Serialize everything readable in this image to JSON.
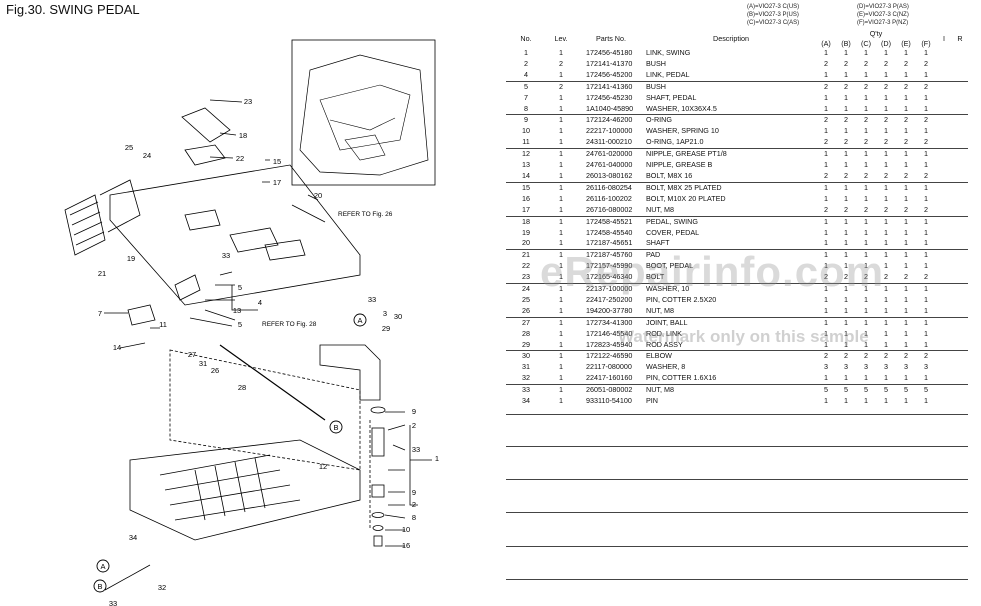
{
  "figure_title": "Fig.30.  SWING PEDAL",
  "models_left": [
    "(A)=VIO27-3 C(US)",
    "(B)=VIO27-3 P(US)",
    "(C)=VIO27-3 C(AS)"
  ],
  "models_right": [
    "(D)=VIO27-3 P(AS)",
    "(E)=VIO27-3 C(NZ)",
    "(F)=VIO27-3 P(NZ)"
  ],
  "headers": {
    "no": "No.",
    "lev": "Lev.",
    "parts_no": "Parts No.",
    "description": "Description",
    "qty": "Q'ty",
    "i": "I",
    "r": "R",
    "cols": [
      "(A)",
      "(B)",
      "(C)",
      "(D)",
      "(E)",
      "(F)"
    ]
  },
  "rows": [
    {
      "no": "1",
      "lev": "1",
      "pn": "172456-45180",
      "desc": "LINK, SWING",
      "q": [
        "1",
        "1",
        "1",
        "1",
        "1",
        "1"
      ],
      "grp": false
    },
    {
      "no": "2",
      "lev": "2",
      "pn": "172141-41370",
      "desc": "BUSH",
      "q": [
        "2",
        "2",
        "2",
        "2",
        "2",
        "2"
      ],
      "grp": false
    },
    {
      "no": "4",
      "lev": "1",
      "pn": "172456-45200",
      "desc": "LINK, PEDAL",
      "q": [
        "1",
        "1",
        "1",
        "1",
        "1",
        "1"
      ],
      "grp": false
    },
    {
      "no": "5",
      "lev": "2",
      "pn": "172141-41360",
      "desc": "BUSH",
      "q": [
        "2",
        "2",
        "2",
        "2",
        "2",
        "2"
      ],
      "grp": true
    },
    {
      "no": "7",
      "lev": "1",
      "pn": "172456-45230",
      "desc": "SHAFT, PEDAL",
      "q": [
        "1",
        "1",
        "1",
        "1",
        "1",
        "1"
      ],
      "grp": false
    },
    {
      "no": "8",
      "lev": "1",
      "pn": "1A1040-45890",
      "desc": "WASHER, 10X36X4.5",
      "q": [
        "1",
        "1",
        "1",
        "1",
        "1",
        "1"
      ],
      "grp": false
    },
    {
      "no": "9",
      "lev": "1",
      "pn": "172124-46200",
      "desc": "O-RING",
      "q": [
        "2",
        "2",
        "2",
        "2",
        "2",
        "2"
      ],
      "grp": true
    },
    {
      "no": "10",
      "lev": "1",
      "pn": "22217-100000",
      "desc": "WASHER, SPRING 10",
      "q": [
        "1",
        "1",
        "1",
        "1",
        "1",
        "1"
      ],
      "grp": false
    },
    {
      "no": "11",
      "lev": "1",
      "pn": "24311-000210",
      "desc": "O-RING, 1AP21.0",
      "q": [
        "2",
        "2",
        "2",
        "2",
        "2",
        "2"
      ],
      "grp": false
    },
    {
      "no": "12",
      "lev": "1",
      "pn": "24761-020000",
      "desc": "NIPPLE, GREASE PT1/8",
      "q": [
        "1",
        "1",
        "1",
        "1",
        "1",
        "1"
      ],
      "grp": true
    },
    {
      "no": "13",
      "lev": "1",
      "pn": "24761-040000",
      "desc": "NIPPLE, GREASE B",
      "q": [
        "1",
        "1",
        "1",
        "1",
        "1",
        "1"
      ],
      "grp": false
    },
    {
      "no": "14",
      "lev": "1",
      "pn": "26013-080162",
      "desc": "BOLT, M8X 16",
      "q": [
        "2",
        "2",
        "2",
        "2",
        "2",
        "2"
      ],
      "grp": false
    },
    {
      "no": "15",
      "lev": "1",
      "pn": "26116-080254",
      "desc": "BOLT, M8X 25 PLATED",
      "q": [
        "1",
        "1",
        "1",
        "1",
        "1",
        "1"
      ],
      "grp": true
    },
    {
      "no": "16",
      "lev": "1",
      "pn": "26116-100202",
      "desc": "BOLT, M10X 20 PLATED",
      "q": [
        "1",
        "1",
        "1",
        "1",
        "1",
        "1"
      ],
      "grp": false
    },
    {
      "no": "17",
      "lev": "1",
      "pn": "26716-080002",
      "desc": "NUT, M8",
      "q": [
        "2",
        "2",
        "2",
        "2",
        "2",
        "2"
      ],
      "grp": false
    },
    {
      "no": "18",
      "lev": "1",
      "pn": "172458-45521",
      "desc": "PEDAL, SWING",
      "q": [
        "1",
        "1",
        "1",
        "1",
        "1",
        "1"
      ],
      "grp": true
    },
    {
      "no": "19",
      "lev": "1",
      "pn": "172458-45540",
      "desc": "COVER, PEDAL",
      "q": [
        "1",
        "1",
        "1",
        "1",
        "1",
        "1"
      ],
      "grp": false
    },
    {
      "no": "20",
      "lev": "1",
      "pn": "172187-45651",
      "desc": "SHAFT",
      "q": [
        "1",
        "1",
        "1",
        "1",
        "1",
        "1"
      ],
      "grp": false
    },
    {
      "no": "21",
      "lev": "1",
      "pn": "172187-45760",
      "desc": "PAD",
      "q": [
        "1",
        "1",
        "1",
        "1",
        "1",
        "1"
      ],
      "grp": true
    },
    {
      "no": "22",
      "lev": "1",
      "pn": "172157-45990",
      "desc": "BOOT, PEDAL",
      "q": [
        "1",
        "1",
        "1",
        "1",
        "1",
        "1"
      ],
      "grp": false
    },
    {
      "no": "23",
      "lev": "1",
      "pn": "172165-46340",
      "desc": "BOLT",
      "q": [
        "2",
        "2",
        "2",
        "2",
        "2",
        "2"
      ],
      "grp": false
    },
    {
      "no": "24",
      "lev": "1",
      "pn": "22137-100000",
      "desc": "WASHER, 10",
      "q": [
        "1",
        "1",
        "1",
        "1",
        "1",
        "1"
      ],
      "grp": true
    },
    {
      "no": "25",
      "lev": "1",
      "pn": "22417-250200",
      "desc": "PIN, COTTER 2.5X20",
      "q": [
        "1",
        "1",
        "1",
        "1",
        "1",
        "1"
      ],
      "grp": false
    },
    {
      "no": "26",
      "lev": "1",
      "pn": "194200-37780",
      "desc": "NUT, M8",
      "q": [
        "1",
        "1",
        "1",
        "1",
        "1",
        "1"
      ],
      "grp": false
    },
    {
      "no": "27",
      "lev": "1",
      "pn": "172734-41300",
      "desc": "JOINT, BALL",
      "q": [
        "1",
        "1",
        "1",
        "1",
        "1",
        "1"
      ],
      "grp": true
    },
    {
      "no": "28",
      "lev": "1",
      "pn": "172146-45540",
      "desc": "ROD, LINK",
      "q": [
        "1",
        "1",
        "1",
        "1",
        "1",
        "1"
      ],
      "grp": false
    },
    {
      "no": "29",
      "lev": "1",
      "pn": "172823-45940",
      "desc": "ROD ASSY",
      "q": [
        "1",
        "1",
        "1",
        "1",
        "1",
        "1"
      ],
      "grp": false
    },
    {
      "no": "30",
      "lev": "1",
      "pn": "172122-46590",
      "desc": "ELBOW",
      "q": [
        "2",
        "2",
        "2",
        "2",
        "2",
        "2"
      ],
      "grp": true
    },
    {
      "no": "31",
      "lev": "1",
      "pn": "22117-080000",
      "desc": "WASHER, 8",
      "q": [
        "3",
        "3",
        "3",
        "3",
        "3",
        "3"
      ],
      "grp": false
    },
    {
      "no": "32",
      "lev": "1",
      "pn": "22417-160160",
      "desc": "PIN, COTTER 1.6X16",
      "q": [
        "1",
        "1",
        "1",
        "1",
        "1",
        "1"
      ],
      "grp": false
    },
    {
      "no": "33",
      "lev": "1",
      "pn": "26051-080002",
      "desc": "NUT, M8",
      "q": [
        "5",
        "5",
        "5",
        "5",
        "5",
        "5"
      ],
      "grp": true
    },
    {
      "no": "34",
      "lev": "1",
      "pn": "933110-54100",
      "desc": "PIN",
      "q": [
        "1",
        "1",
        "1",
        "1",
        "1",
        "1"
      ],
      "grp": false
    }
  ],
  "watermark": "eRepairinfo.com",
  "watermark_note": "Watermark only on this sample",
  "diagram": {
    "refer_fig26": "REFER TO Fig. 26",
    "refer_fig28": "REFER TO Fig. 28",
    "callouts": [
      "23",
      "18",
      "25",
      "24",
      "22",
      "15",
      "17",
      "20",
      "21",
      "19",
      "33",
      "5",
      "4",
      "7",
      "11",
      "13",
      "14",
      "5",
      "33",
      "3",
      "29",
      "30",
      "27",
      "31",
      "26",
      "28",
      "9",
      "2",
      "33",
      "12",
      "1",
      "9",
      "2",
      "8",
      "10",
      "16",
      "34",
      "32",
      "33",
      "A",
      "B",
      "A",
      "B"
    ]
  }
}
